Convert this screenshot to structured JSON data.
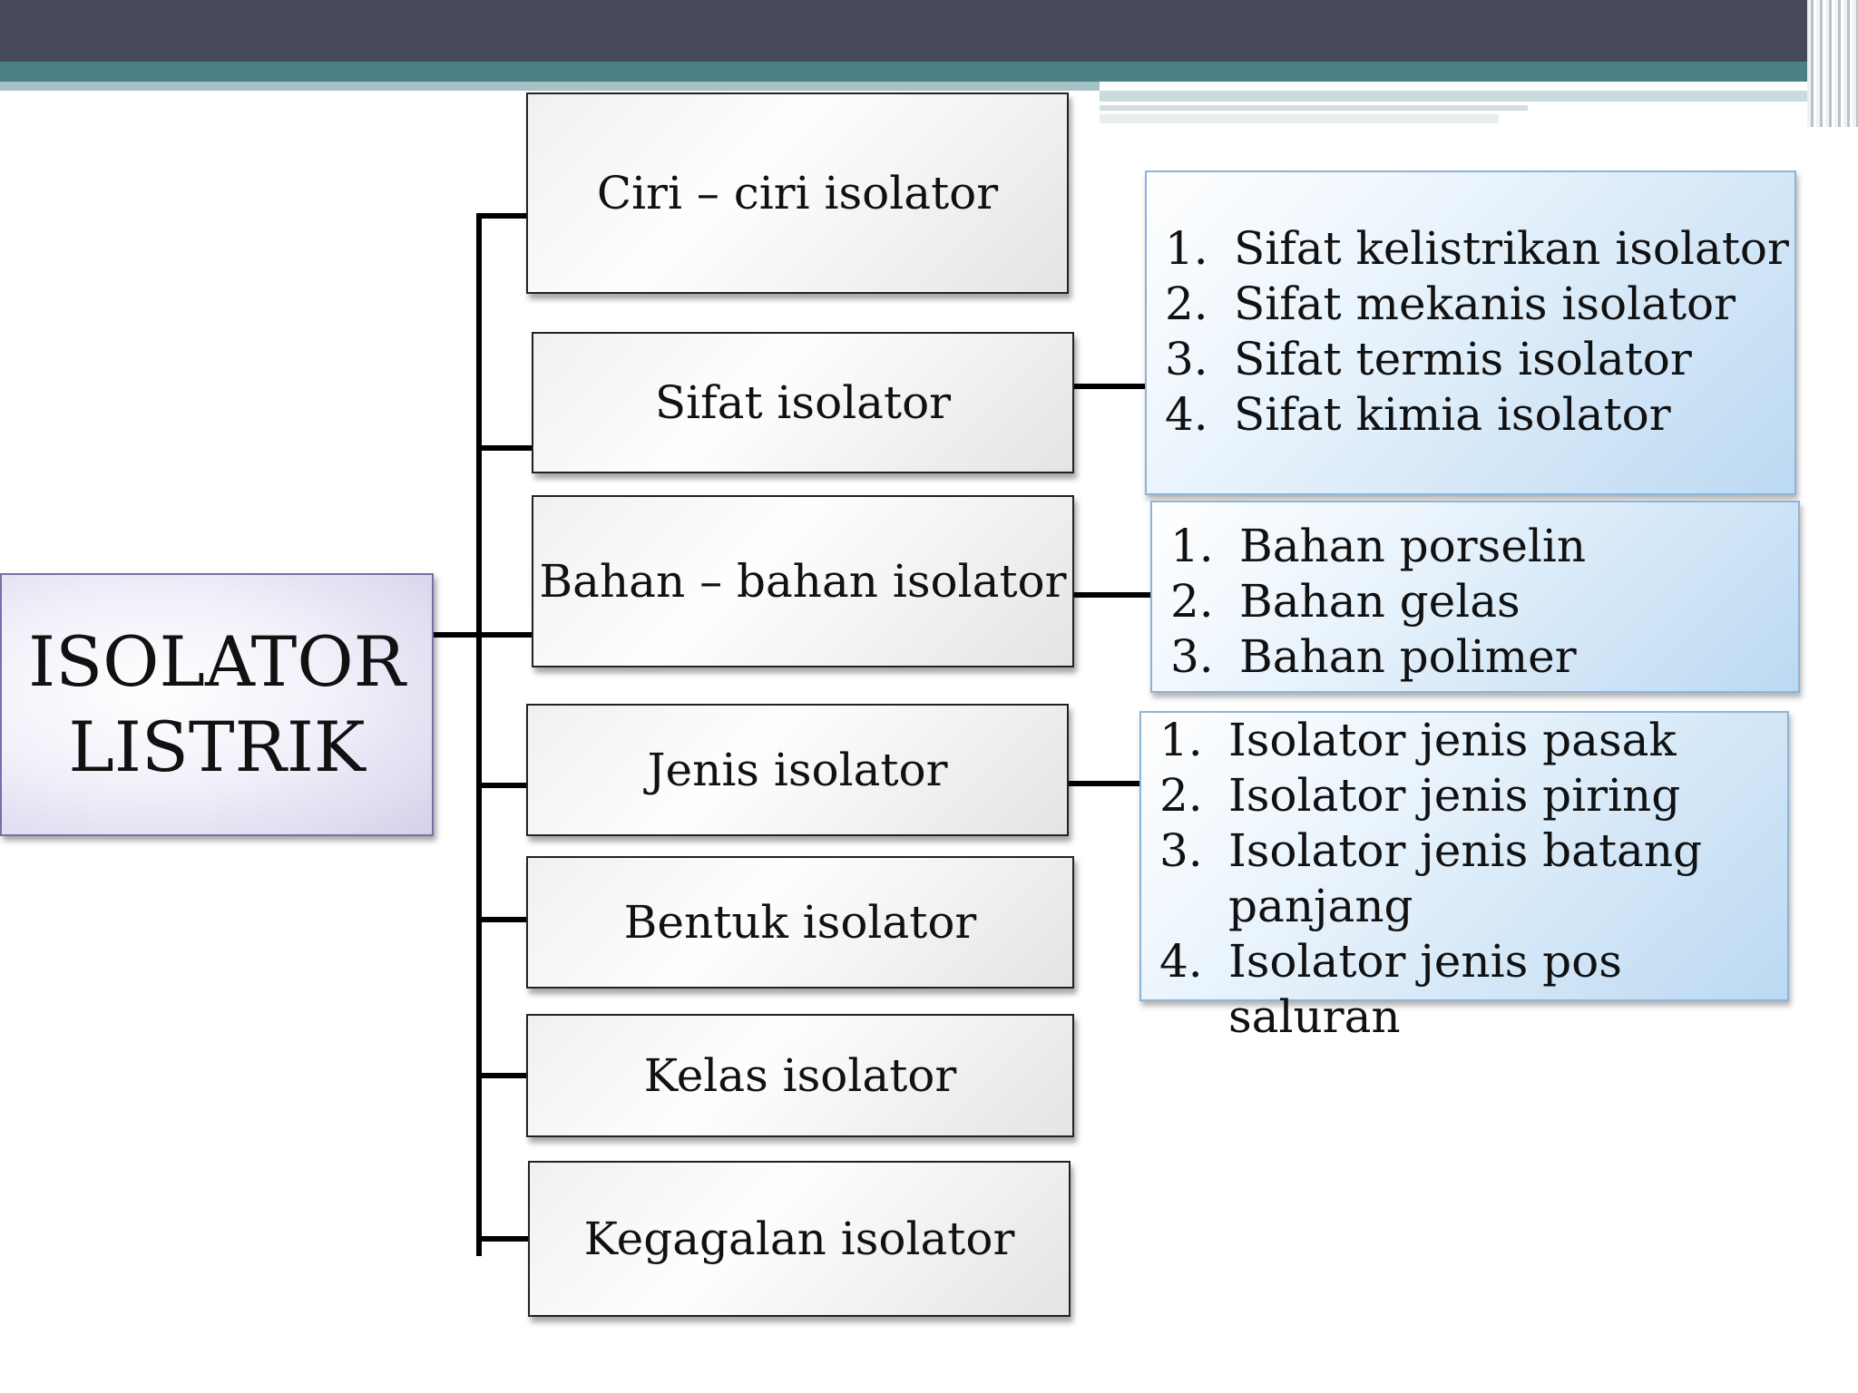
{
  "root": {
    "title": "ISOLATOR\nLISTRIK"
  },
  "categories": [
    {
      "id": "ciri",
      "label": "Ciri – ciri isolator"
    },
    {
      "id": "sifat",
      "label": "Sifat isolator"
    },
    {
      "id": "bahan",
      "label": "Bahan – bahan isolator"
    },
    {
      "id": "jenis",
      "label": "Jenis isolator"
    },
    {
      "id": "bentuk",
      "label": "Bentuk isolator"
    },
    {
      "id": "kelas",
      "label": "Kelas isolator"
    },
    {
      "id": "kegagalan",
      "label": "Kegagalan isolator"
    }
  ],
  "details": {
    "sifat": [
      {
        "num": "1.",
        "text": "Sifat kelistrikan isolator"
      },
      {
        "num": "2.",
        "text": "Sifat mekanis isolator"
      },
      {
        "num": "3.",
        "text": "Sifat termis isolator"
      },
      {
        "num": "4.",
        "text": "Sifat kimia isolator"
      }
    ],
    "bahan": [
      {
        "num": "1.",
        "text": "Bahan porselin"
      },
      {
        "num": "2.",
        "text": "Bahan gelas"
      },
      {
        "num": "3.",
        "text": "Bahan polimer"
      }
    ],
    "jenis": [
      {
        "num": "1.",
        "text": "Isolator jenis pasak"
      },
      {
        "num": "2.",
        "text": "Isolator jenis piring"
      },
      {
        "num": "3.",
        "text": "Isolator jenis batang\npanjang"
      },
      {
        "num": "4.",
        "text": "Isolator jenis pos saluran"
      }
    ]
  }
}
